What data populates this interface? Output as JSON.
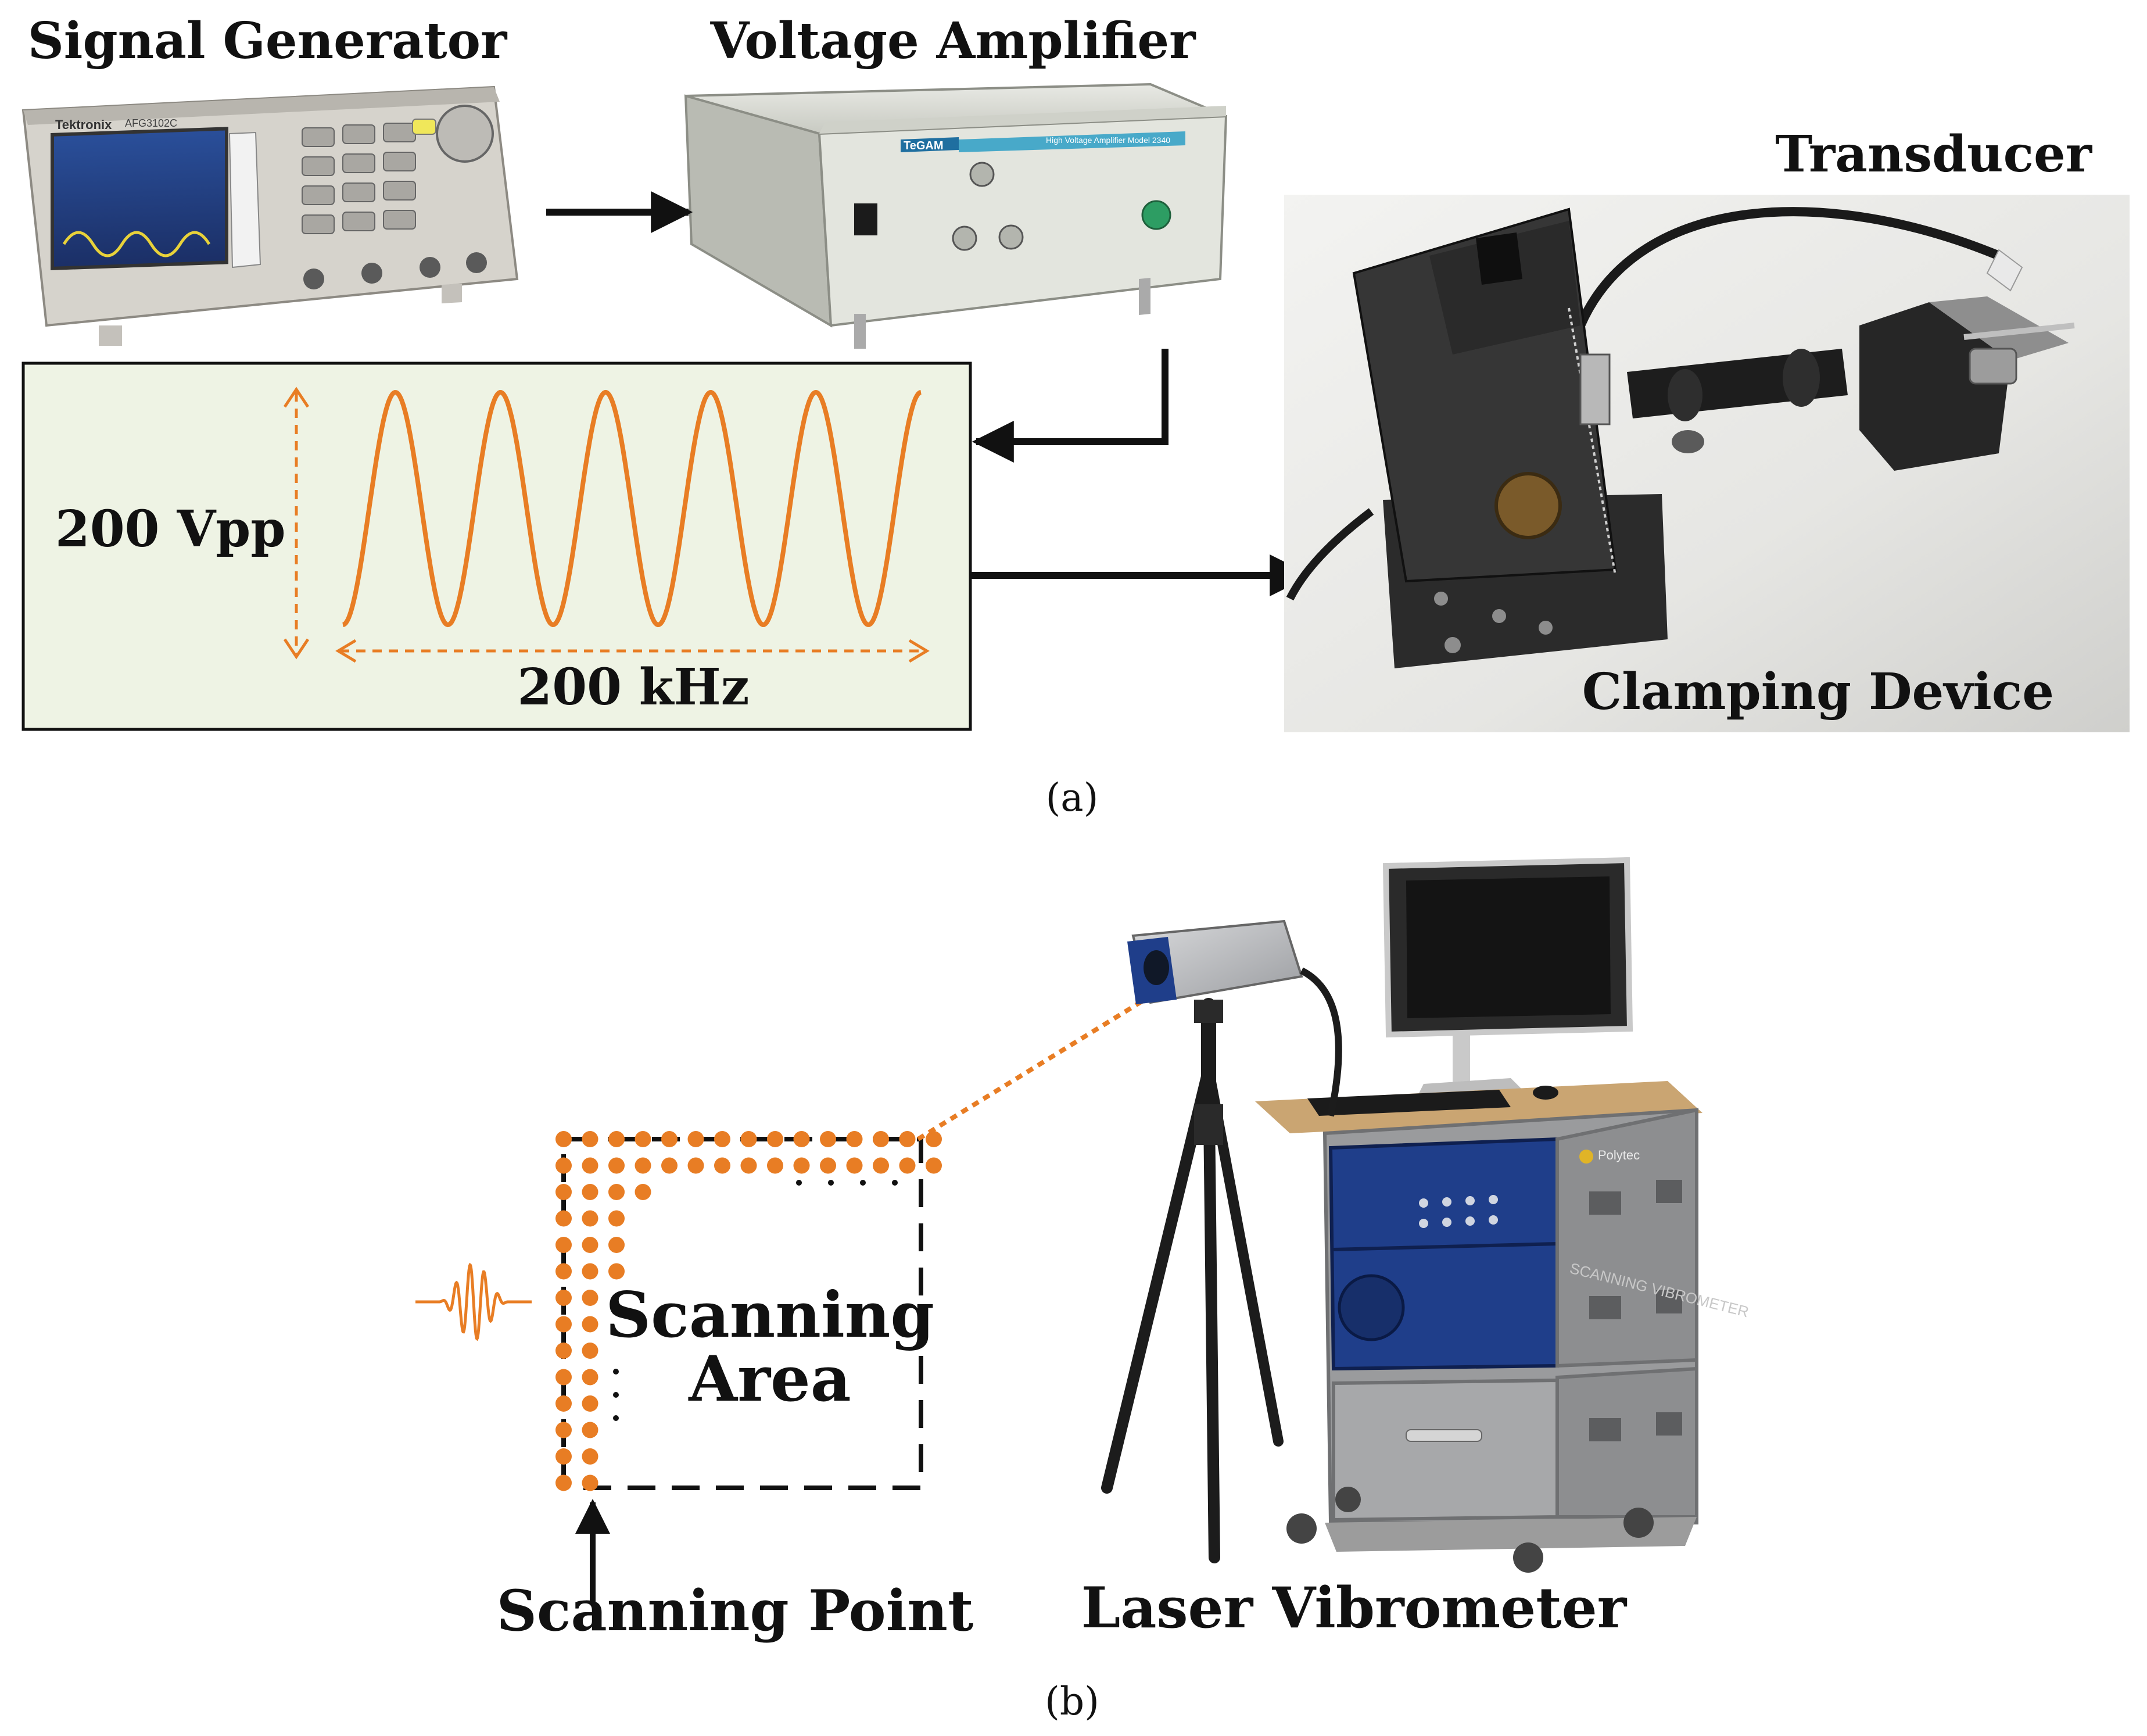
{
  "panel_a": {
    "signal_generator_label": "Signal Generator",
    "voltage_amplifier_label": "Voltage Amplifier",
    "transducer_label": "Transducer",
    "clamping_device_label": "Clamping Device",
    "waveform": {
      "amplitude_label": "200 Vpp",
      "frequency_label": "200 kHz",
      "cycles": 5.5,
      "color": "#e87d24",
      "background": "#eef3e4"
    },
    "generator_brand": "Tektronix",
    "generator_model": "AFG3102C",
    "amplifier_brand": "TeGAM",
    "amplifier_caption": "High Voltage Amplifier  Model 2340",
    "caption": "(a)"
  },
  "panel_b": {
    "scanning_area_label_line1": "Scanning",
    "scanning_area_label_line2": "Area",
    "scanning_point_label": "Scanning Point",
    "laser_vibrometer_label": "Laser Vibrometer",
    "cabinet_text": "SCANNING VIBROMETER",
    "cabinet_brand": "Polytec",
    "dot_color": "#e87d24",
    "caption": "(b)"
  }
}
